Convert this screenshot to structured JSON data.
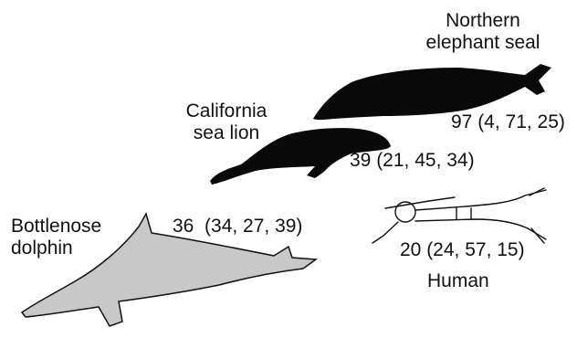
{
  "colors": {
    "ink": "#111111",
    "seal_fill": "#0a0a0a",
    "dolphin_fill": "#c8c8c8",
    "human_stroke": "#111111",
    "background": "#ffffff"
  },
  "animals": {
    "elephant_seal": {
      "name_line1": "Northern",
      "name_line2": "elephant seal",
      "value": "97 (4, 71, 25)",
      "icon": "elephant-seal-silhouette"
    },
    "sea_lion": {
      "name_line1": "California",
      "name_line2": "sea lion",
      "value": "39 (21, 45, 34)",
      "icon": "sea-lion-silhouette"
    },
    "dolphin": {
      "name_line1": "Bottlenose",
      "name_line2": "dolphin",
      "value": "36  (34, 27, 39)",
      "icon": "dolphin-drawing"
    },
    "human": {
      "name": "Human",
      "value": "20 (24, 57, 15)",
      "icon": "swimmer-line-drawing"
    }
  }
}
